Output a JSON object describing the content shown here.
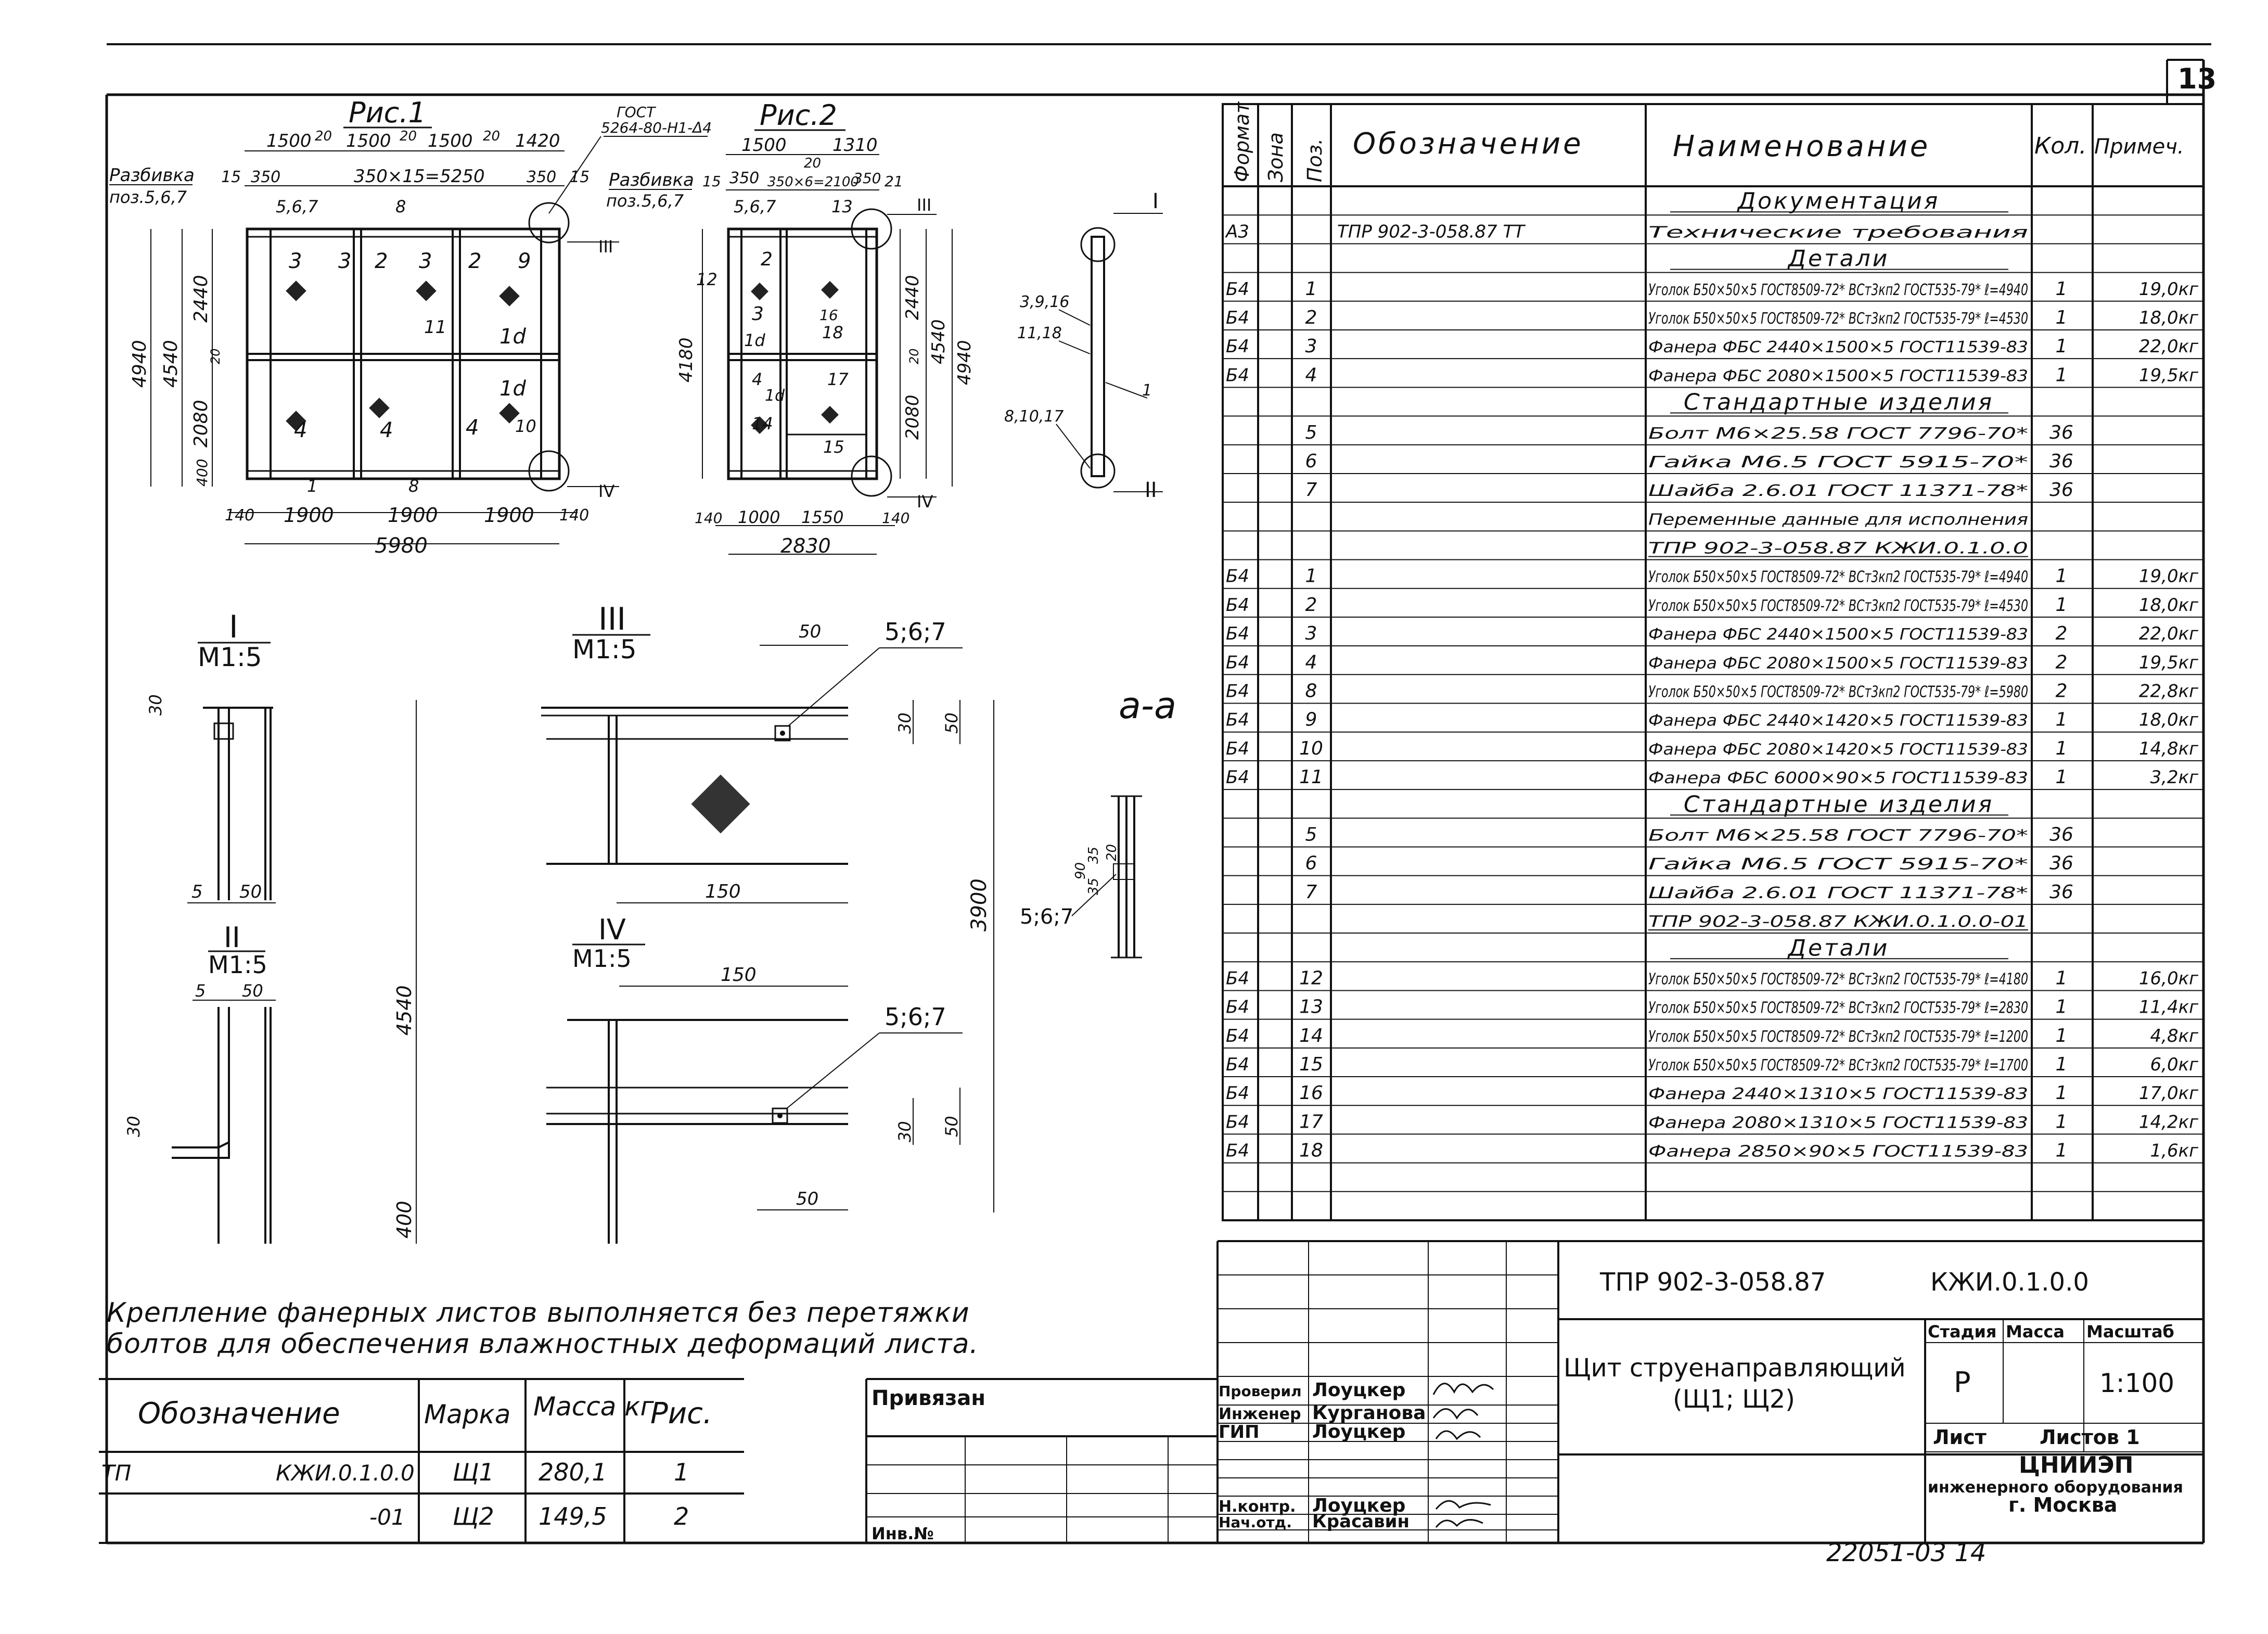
{
  "sheet_number": "13",
  "spec_table": {
    "headers": [
      "Формат",
      "Зона",
      "Поз.",
      "Обозначение",
      "Наименование",
      "Кол.",
      "Примеч."
    ],
    "rows": [
      {
        "format": "",
        "pos": "",
        "designation": "",
        "name": "Документация",
        "qty": "",
        "note": "",
        "section": true
      },
      {
        "format": "А3",
        "pos": "",
        "designation": "ТПР 902-3-058.87      ТТ",
        "name": "Технические требования",
        "qty": "",
        "note": ""
      },
      {
        "format": "",
        "pos": "",
        "designation": "",
        "name": "Детали",
        "qty": "",
        "note": "",
        "section": true
      },
      {
        "format": "Б4",
        "pos": "1",
        "designation": "",
        "name": "Уголок Б50×50×5 ГОСТ8509-72* ВСт3кп2 ГОСТ535-79* ℓ=4940",
        "qty": "1",
        "note": "19,0кг"
      },
      {
        "format": "Б4",
        "pos": "2",
        "designation": "",
        "name": "Уголок Б50×50×5 ГОСТ8509-72* ВСт3кп2 ГОСТ535-79* ℓ=4530",
        "qty": "1",
        "note": "18,0кг"
      },
      {
        "format": "Б4",
        "pos": "3",
        "designation": "",
        "name": "Фанера ФБС 2440×1500×5 ГОСТ11539-83",
        "qty": "1",
        "note": "22,0кг"
      },
      {
        "format": "Б4",
        "pos": "4",
        "designation": "",
        "name": "Фанера ФБС 2080×1500×5 ГОСТ11539-83",
        "qty": "1",
        "note": "19,5кг"
      },
      {
        "format": "",
        "pos": "",
        "designation": "",
        "name": "Стандартные изделия",
        "qty": "",
        "note": "",
        "section": true
      },
      {
        "format": "",
        "pos": "5",
        "designation": "",
        "name": "Болт М6×25.58      ГОСТ 7796-70*",
        "qty": "36",
        "note": ""
      },
      {
        "format": "",
        "pos": "6",
        "designation": "",
        "name": "Гайка М6.5         ГОСТ 5915-70*",
        "qty": "36",
        "note": ""
      },
      {
        "format": "",
        "pos": "7",
        "designation": "",
        "name": "Шайба 2.6.01       ГОСТ 11371-78*",
        "qty": "36",
        "note": ""
      },
      {
        "format": "",
        "pos": "",
        "designation": "",
        "name": "Переменные данные для исполнения",
        "qty": "",
        "note": ""
      },
      {
        "format": "",
        "pos": "",
        "designation": "",
        "name": "ТПР 902-3-058.87    КЖИ.0.1.0.0",
        "qty": "",
        "note": "",
        "underline": true
      },
      {
        "format": "Б4",
        "pos": "1",
        "designation": "",
        "name": "Уголок Б50×50×5 ГОСТ8509-72* ВСт3кп2 ГОСТ535-79* ℓ=4940",
        "qty": "1",
        "note": "19,0кг"
      },
      {
        "format": "Б4",
        "pos": "2",
        "designation": "",
        "name": "Уголок Б50×50×5 ГОСТ8509-72* ВСт3кп2 ГОСТ535-79* ℓ=4530",
        "qty": "1",
        "note": "18,0кг"
      },
      {
        "format": "Б4",
        "pos": "3",
        "designation": "",
        "name": "Фанера ФБС 2440×1500×5 ГОСТ11539-83",
        "qty": "2",
        "note": "22,0кг"
      },
      {
        "format": "Б4",
        "pos": "4",
        "designation": "",
        "name": "Фанера ФБС 2080×1500×5 ГОСТ11539-83",
        "qty": "2",
        "note": "19,5кг"
      },
      {
        "format": "Б4",
        "pos": "8",
        "designation": "",
        "name": "Уголок Б50×50×5 ГОСТ8509-72* ВСт3кп2 ГОСТ535-79* ℓ=5980",
        "qty": "2",
        "note": "22,8кг"
      },
      {
        "format": "Б4",
        "pos": "9",
        "designation": "",
        "name": "Фанера ФБС 2440×1420×5 ГОСТ11539-83",
        "qty": "1",
        "note": "18,0кг"
      },
      {
        "format": "Б4",
        "pos": "10",
        "designation": "",
        "name": "Фанера ФБС 2080×1420×5 ГОСТ11539-83",
        "qty": "1",
        "note": "14,8кг"
      },
      {
        "format": "Б4",
        "pos": "11",
        "designation": "",
        "name": "Фанера ФБС 6000×90×5 ГОСТ11539-83",
        "qty": "1",
        "note": "3,2кг"
      },
      {
        "format": "",
        "pos": "",
        "designation": "",
        "name": "Стандартные изделия",
        "qty": "",
        "note": "",
        "section": true
      },
      {
        "format": "",
        "pos": "5",
        "designation": "",
        "name": "Болт М6×25.58      ГОСТ 7796-70*",
        "qty": "36",
        "note": ""
      },
      {
        "format": "",
        "pos": "6",
        "designation": "",
        "name": "Гайка М6.5         ГОСТ 5915-70*",
        "qty": "36",
        "note": ""
      },
      {
        "format": "",
        "pos": "7",
        "designation": "",
        "name": "Шайба 2.6.01       ГОСТ 11371-78*",
        "qty": "36",
        "note": ""
      },
      {
        "format": "",
        "pos": "",
        "designation": "",
        "name": "ТПР 902-3-058.87    КЖИ.0.1.0.0-01",
        "qty": "",
        "note": "",
        "underline": true
      },
      {
        "format": "",
        "pos": "",
        "designation": "",
        "name": "Детали",
        "qty": "",
        "note": "",
        "section": true
      },
      {
        "format": "Б4",
        "pos": "12",
        "designation": "",
        "name": "Уголок Б50×50×5 ГОСТ8509-72* ВСт3кп2 ГОСТ535-79* ℓ=4180",
        "qty": "1",
        "note": "16,0кг"
      },
      {
        "format": "Б4",
        "pos": "13",
        "designation": "",
        "name": "Уголок Б50×50×5 ГОСТ8509-72* ВСт3кп2 ГОСТ535-79* ℓ=2830",
        "qty": "1",
        "note": "11,4кг"
      },
      {
        "format": "Б4",
        "pos": "14",
        "designation": "",
        "name": "Уголок Б50×50×5 ГОСТ8509-72* ВСт3кп2 ГОСТ535-79* ℓ=1200",
        "qty": "1",
        "note": "4,8кг"
      },
      {
        "format": "Б4",
        "pos": "15",
        "designation": "",
        "name": "Уголок Б50×50×5 ГОСТ8509-72* ВСт3кп2 ГОСТ535-79* ℓ=1700",
        "qty": "1",
        "note": "6,0кг"
      },
      {
        "format": "Б4",
        "pos": "16",
        "designation": "",
        "name": "Фанера 2440×1310×5 ГОСТ11539-83",
        "qty": "1",
        "note": "17,0кг"
      },
      {
        "format": "Б4",
        "pos": "17",
        "designation": "",
        "name": "Фанера 2080×1310×5 ГОСТ11539-83",
        "qty": "1",
        "note": "14,2кг"
      },
      {
        "format": "Б4",
        "pos": "18",
        "designation": "",
        "name": "Фанера 2850×90×5 ГОСТ11539-83",
        "qty": "1",
        "note": "1,6кг"
      }
    ]
  },
  "fig1": {
    "title": "Рис.1",
    "top_dims": [
      "1500",
      "20",
      "1500",
      "20",
      "1500",
      "20",
      "1420"
    ],
    "razbivka": "Разбивка",
    "razbivka_pos": "поз.5,6,7",
    "edge_dims": [
      "15",
      "350",
      "350×15=5250",
      "350",
      "15"
    ],
    "gost_note": [
      "ГОСТ",
      "5264-80-Н1-Δ4"
    ],
    "side_dims": [
      "4940",
      "4540",
      "2440",
      "20",
      "2080",
      "400"
    ],
    "bottom_dims": [
      "140",
      "1900",
      "1900",
      "1900",
      "140"
    ],
    "total": "5980",
    "labels": [
      "5,6,7",
      "8",
      "3",
      "3",
      "2",
      "3",
      "2",
      "9",
      "11",
      "1d",
      "1d",
      "4",
      "4",
      "4",
      "10",
      "1",
      "8",
      "III",
      "IV"
    ]
  },
  "fig2": {
    "title": "Рис.2",
    "top_dims": [
      "1500",
      "1310",
      "20"
    ],
    "razbivka": "Разбивка",
    "razbivka_pos": "поз.5,6,7",
    "edge_dims": [
      "15",
      "350",
      "350×6=2100",
      "350",
      "21"
    ],
    "side_dims": [
      "4180",
      "2440",
      "4540",
      "4940",
      "20",
      "2080"
    ],
    "bottom_dims": [
      "140",
      "1000",
      "1550",
      "140"
    ],
    "total": "2830",
    "labels": [
      "5,6,7",
      "13",
      "2",
      "12",
      "3",
      "1d",
      "16",
      "18",
      "4",
      "17",
      "1d",
      "14",
      "15",
      "III",
      "IV"
    ]
  },
  "side_view": {
    "labels": [
      "3,9,16",
      "11,18",
      "8,10,17",
      "1",
      "I",
      "II"
    ]
  },
  "details": {
    "I": {
      "title": "I",
      "scale": "М1:5",
      "dims": [
        "30",
        "5",
        "50"
      ]
    },
    "II": {
      "title": "II",
      "scale": "М1:5",
      "dims": [
        "5",
        "50",
        "30"
      ]
    },
    "III": {
      "title": "III",
      "scale": "М1:5",
      "dims": [
        "50",
        "5;6;7",
        "30",
        "50",
        "150"
      ]
    },
    "IV": {
      "title": "IV",
      "scale": "М1:5",
      "dims": [
        "150",
        "5;6;7",
        "30",
        "50",
        "50"
      ]
    },
    "aa": {
      "title": "а-а",
      "dims": [
        "20",
        "35",
        "90",
        "35",
        "5;6;7"
      ]
    },
    "vertical_dims": [
      "4540",
      "400",
      "3900"
    ]
  },
  "note": [
    "Крепление фанерных листов выполняется без перетяжки",
    "болтов для обеспечения влажностных деформаций листа."
  ],
  "variants_table": {
    "headers": [
      "Обозначение",
      "Марка",
      "Масса кг",
      "Рис."
    ],
    "rows": [
      {
        "prefix": "ТП",
        "designation": "КЖИ.0.1.0.0",
        "mark": "Щ1",
        "mass": "280,1",
        "fig": "1"
      },
      {
        "prefix": "",
        "designation": "-01",
        "mark": "Щ2",
        "mass": "149,5",
        "fig": "2"
      }
    ]
  },
  "privyazan": "Привязан",
  "inv": "Инв.№",
  "title_block": {
    "code": "ТПР 902-3-058.87",
    "doc": "КЖИ.0.1.0.0",
    "name": [
      "Щит струенаправляющий",
      "(Щ1; Щ2)"
    ],
    "stage_label": "Стадия",
    "mass_label": "Масса",
    "scale_label": "Масштаб",
    "stage": "Р",
    "scale": "1:100",
    "sheet_label": "Лист",
    "sheets_label": "Листов 1",
    "org": [
      "ЦНИИЭП",
      "инженерного оборудования",
      "г. Москва"
    ],
    "signatures": [
      {
        "role": "Проверил",
        "name": "Лоуцкер"
      },
      {
        "role": "Инженер",
        "name": "Курганова"
      },
      {
        "role": "ГИП",
        "name": "Лоуцкер"
      },
      {
        "role": "Н.контр.",
        "name": "Лоуцкер"
      },
      {
        "role": "Нач.отд.",
        "name": "Красавин"
      }
    ]
  },
  "archive_number": "22051-03  14"
}
